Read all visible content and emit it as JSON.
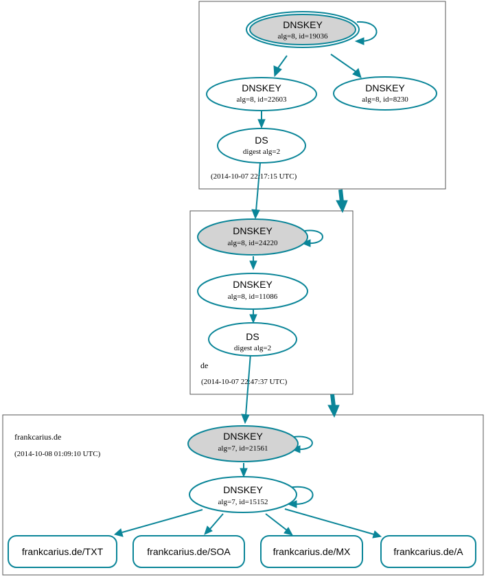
{
  "zones": {
    "root": {
      "timestamp": "(2014-10-07 22:17:15 UTC)"
    },
    "de": {
      "label": "de",
      "timestamp": "(2014-10-07 22:47:37 UTC)"
    },
    "frankcarius": {
      "label": "frankcarius.de",
      "timestamp": "(2014-10-08 01:09:10 UTC)"
    }
  },
  "nodes": {
    "root_ksk": {
      "title": "DNSKEY",
      "detail": "alg=8, id=19036"
    },
    "root_zsk1": {
      "title": "DNSKEY",
      "detail": "alg=8, id=22603"
    },
    "root_zsk2": {
      "title": "DNSKEY",
      "detail": "alg=8, id=8230"
    },
    "root_ds": {
      "title": "DS",
      "detail": "digest alg=2"
    },
    "de_ksk": {
      "title": "DNSKEY",
      "detail": "alg=8, id=24220"
    },
    "de_zsk": {
      "title": "DNSKEY",
      "detail": "alg=8, id=11086"
    },
    "de_ds": {
      "title": "DS",
      "detail": "digest alg=2"
    },
    "fc_ksk": {
      "title": "DNSKEY",
      "detail": "alg=7, id=21561"
    },
    "fc_zsk": {
      "title": "DNSKEY",
      "detail": "alg=7, id=15152"
    }
  },
  "records": [
    "frankcarius.de/TXT",
    "frankcarius.de/SOA",
    "frankcarius.de/MX",
    "frankcarius.de/A"
  ],
  "colors": {
    "edge": "#0a8598",
    "ksk_fill": "#d3d3d3",
    "zone_border": "#555555"
  }
}
